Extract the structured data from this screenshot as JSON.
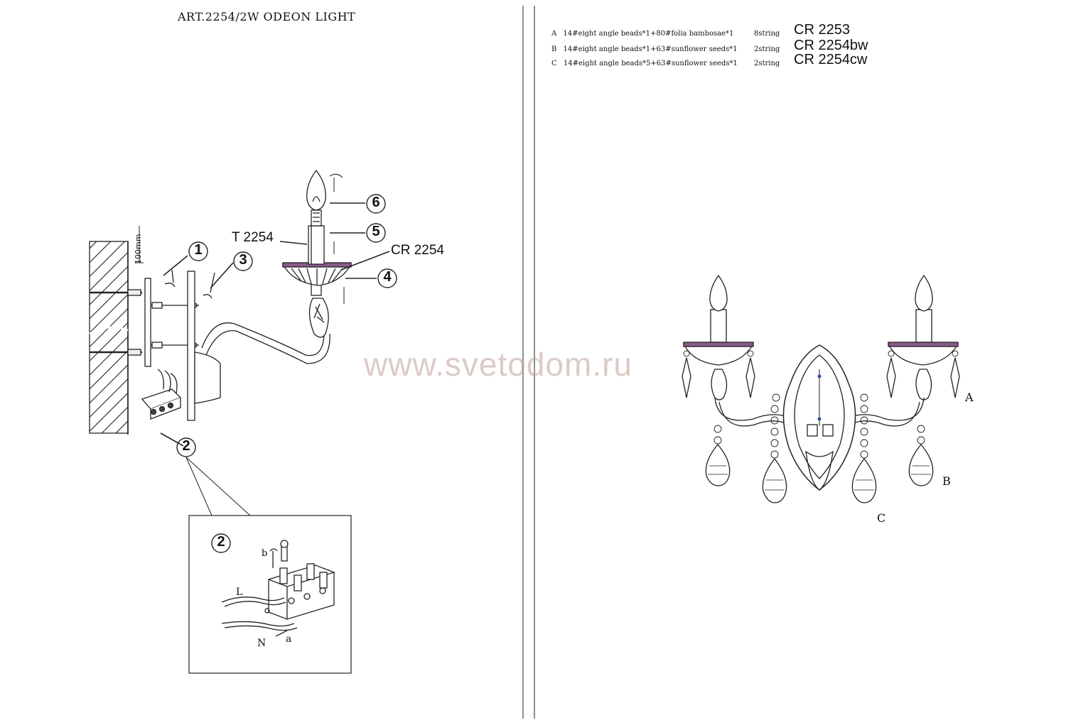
{
  "header": {
    "title": "ART.2254/2W   ODEON LIGHT"
  },
  "watermark": "www.svetodom.ru",
  "specs": [
    {
      "letter": "A",
      "desc": "14#eight angle beads*1+80#folia bambosae*1",
      "qty": "8string",
      "code": "CR 2253"
    },
    {
      "letter": "B",
      "desc": "14#eight angle beads*1+63#sunflower seeds*1",
      "qty": "2string",
      "code": "CR 2254bw"
    },
    {
      "letter": "C",
      "desc": "14#eight angle beads*5+63#sunflower seeds*1",
      "qty": "2string",
      "code": "CR 2254cw"
    }
  ],
  "assembly": {
    "dimension": "100mm",
    "part_labels": {
      "t": "T 2254",
      "cr": "CR 2254"
    },
    "callouts": [
      "1",
      "2",
      "3",
      "4",
      "5",
      "6"
    ],
    "inset": {
      "callout": "2",
      "wire_l": "L",
      "wire_n": "N",
      "step_a": "a",
      "step_b": "b"
    }
  },
  "front_view": {
    "labels": [
      "A",
      "B",
      "C"
    ]
  }
}
